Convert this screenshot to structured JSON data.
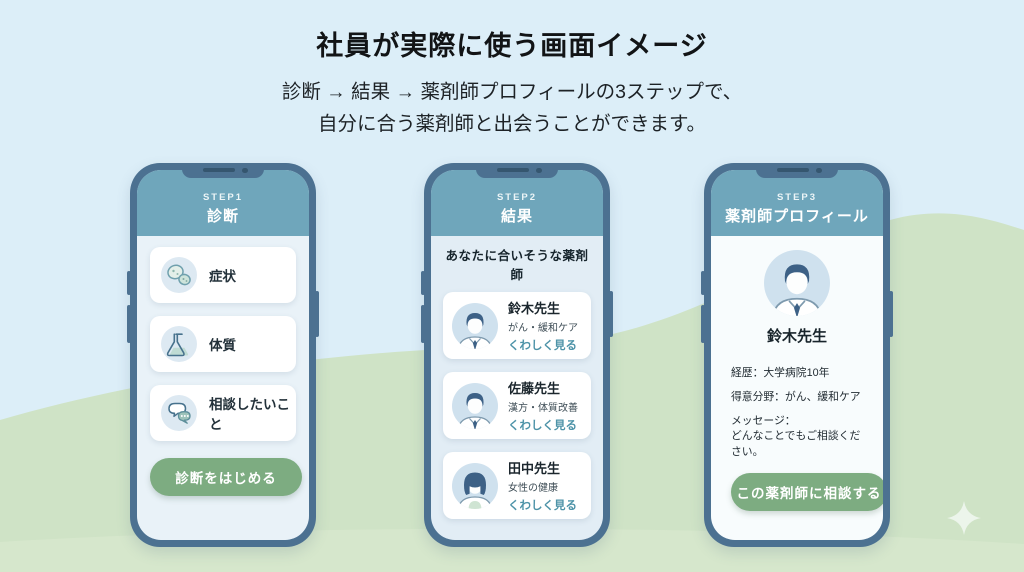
{
  "page": {
    "title": "社員が実際に使う画面イメージ",
    "subtitle_line1": "診断 → 結果 → 薬剤師プロフィールの3ステップで、",
    "subtitle_line2": "自分に合う薬剤師と出会うことができます。"
  },
  "colors": {
    "sky": "#dceef8",
    "grass": "#cfe3c6",
    "grass_light": "#dcebd2",
    "phone_frame": "#4c7191",
    "header_teal": "#6fa6bb",
    "button_green": "#7dac81",
    "link_teal": "#4d93a8",
    "icon_circle": "#dde9f2"
  },
  "phones": [
    {
      "step_label": "STEP1",
      "step_title": "診断",
      "cards": [
        {
          "icon": "cells-icon",
          "label": "症状"
        },
        {
          "icon": "flask-icon",
          "label": "体質"
        },
        {
          "icon": "chat-bubbles-icon",
          "label": "相談したいこと"
        }
      ],
      "button_label": "診断をはじめる"
    },
    {
      "step_label": "STEP2",
      "step_title": "結果",
      "section_title": "あなたに合いそうな薬剤師",
      "pharmacists": [
        {
          "name": "鈴木先生",
          "specialty": "がん・緩和ケア",
          "link": "くわしく見る",
          "avatar": "male"
        },
        {
          "name": "佐藤先生",
          "specialty": "漢方・体質改善",
          "link": "くわしく見る",
          "avatar": "male"
        },
        {
          "name": "田中先生",
          "specialty": "女性の健康",
          "link": "くわしく見る",
          "avatar": "female"
        }
      ]
    },
    {
      "step_label": "STEP3",
      "step_title": "薬剤師プロフィール",
      "profile": {
        "name": "鈴木先生",
        "career": "経歴：大学病院10年",
        "specialty": "得意分野：がん、緩和ケア",
        "message_label": "メッセージ：",
        "message": "どんなことでもご相談ください。",
        "button_label": "この薬剤師に相談する"
      }
    }
  ]
}
